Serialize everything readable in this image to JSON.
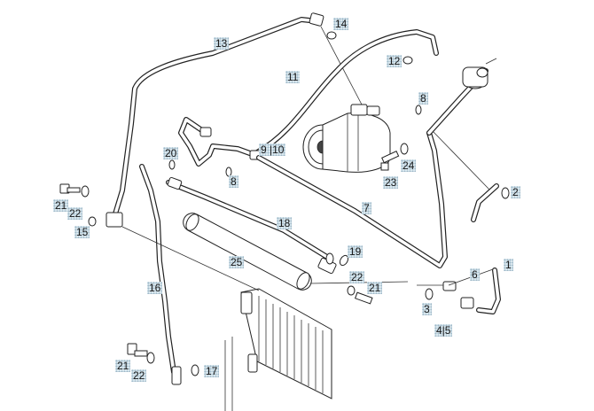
{
  "callouts": {
    "c1": "1",
    "c2": "2",
    "c3": "3",
    "c45": "4|5",
    "c6": "6",
    "c7": "7",
    "c8a": "8",
    "c8b": "8",
    "c910": "9 |10",
    "c11": "11",
    "c12": "12",
    "c13": "13",
    "c14": "14",
    "c15": "15",
    "c16": "16",
    "c17": "17",
    "c18": "18",
    "c19": "19",
    "c20": "20",
    "c21a": "21",
    "c21b": "21",
    "c21c": "21",
    "c22a": "22",
    "c22b": "22",
    "c22c": "22",
    "c23": "23",
    "c24": "24",
    "c25": "25"
  },
  "colors": {
    "line": "#222222",
    "label_bg": "#d9e7ee",
    "label_dot": "#9fb8c8"
  }
}
